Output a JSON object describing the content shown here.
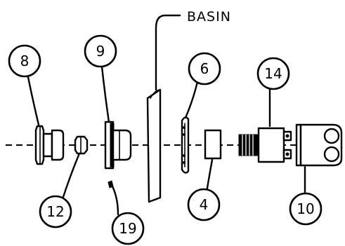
{
  "labels": {
    "basin": "BASIN",
    "c8": "8",
    "c9": "9",
    "c6": "6",
    "c14": "14",
    "c12": "12",
    "c19": "19",
    "c4": "4",
    "c10": "10"
  }
}
